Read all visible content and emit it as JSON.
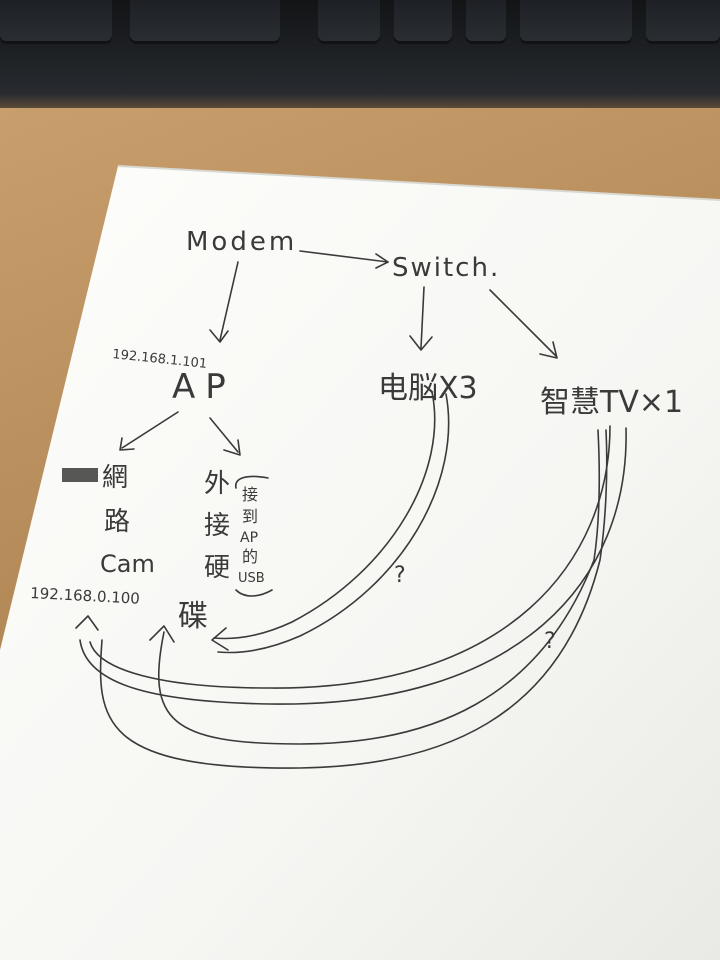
{
  "nodes": {
    "modem": "Modem",
    "switch": "Switch.",
    "ap": "AP",
    "ap_ip": "192.168.1.101",
    "computers": "电脳X3",
    "smart_tv": "智慧TV×1",
    "net_cam_chars": [
      "網",
      "路"
    ],
    "net_cam_cam": "Cam",
    "net_cam_ip": "192.168.0.100",
    "external_disk_chars": [
      "外",
      "接",
      "硬",
      "碟"
    ],
    "disk_note_chars": [
      "接",
      "到",
      "AP",
      "的",
      "USB"
    ]
  },
  "question_marks": [
    "?",
    "?"
  ],
  "colors": {
    "ink": "#3a3a3a",
    "paper": "#fbfbf9",
    "desk": "#b58d5e"
  }
}
